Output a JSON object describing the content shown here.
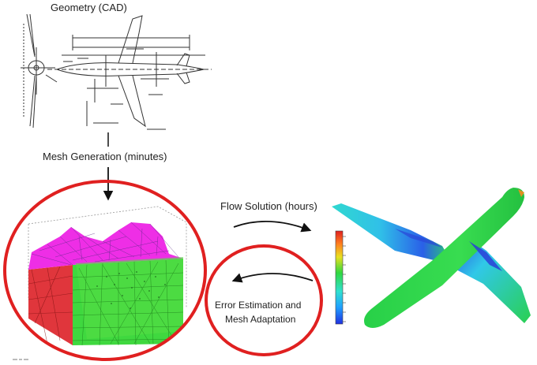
{
  "labels": {
    "geometry": "Geometry (CAD)",
    "mesh_generation": "Mesh Generation (minutes)",
    "flow_solution": "Flow Solution (hours)",
    "error_estimation_line1": "Error Estimation and",
    "error_estimation_line2": "Mesh Adaptation"
  },
  "colors": {
    "accent_red": "#e02020",
    "mesh_magenta": "#ee2ee6",
    "mesh_green": "#3fd83f",
    "mesh_red": "#e0363c",
    "aircraft_green": "#2fd84a",
    "aircraft_cyan": "#30c8e0",
    "aircraft_blue": "#2a5ae8"
  }
}
